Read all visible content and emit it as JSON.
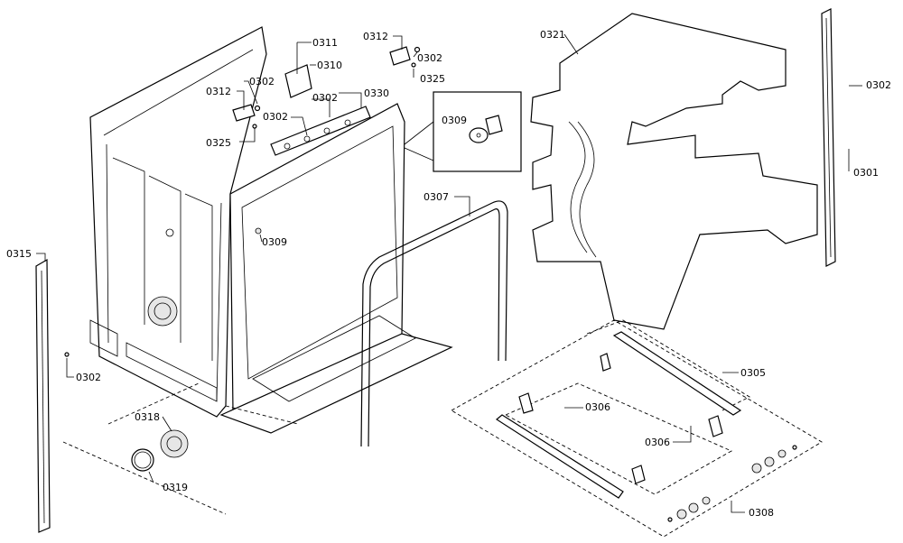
{
  "labels": {
    "l0311": "0311",
    "l0310": "0310",
    "l0312_a": "0312",
    "l0302_a": "0302",
    "l0325_a": "0325",
    "l0302_b": "0302",
    "l0330": "0330",
    "l0302_c": "0302",
    "l0312_b": "0312",
    "l0302_d": "0302",
    "l0325_b": "0325",
    "l0309_a": "0309",
    "l0309_b": "0309",
    "l0307": "0307",
    "l0321": "0321",
    "l0302_e": "0302",
    "l0301": "0301",
    "l0315": "0315",
    "l0302_f": "0302",
    "l0318": "0318",
    "l0319": "0319",
    "l0305": "0305",
    "l0306_a": "0306",
    "l0306_b": "0306",
    "l0308": "0308"
  }
}
